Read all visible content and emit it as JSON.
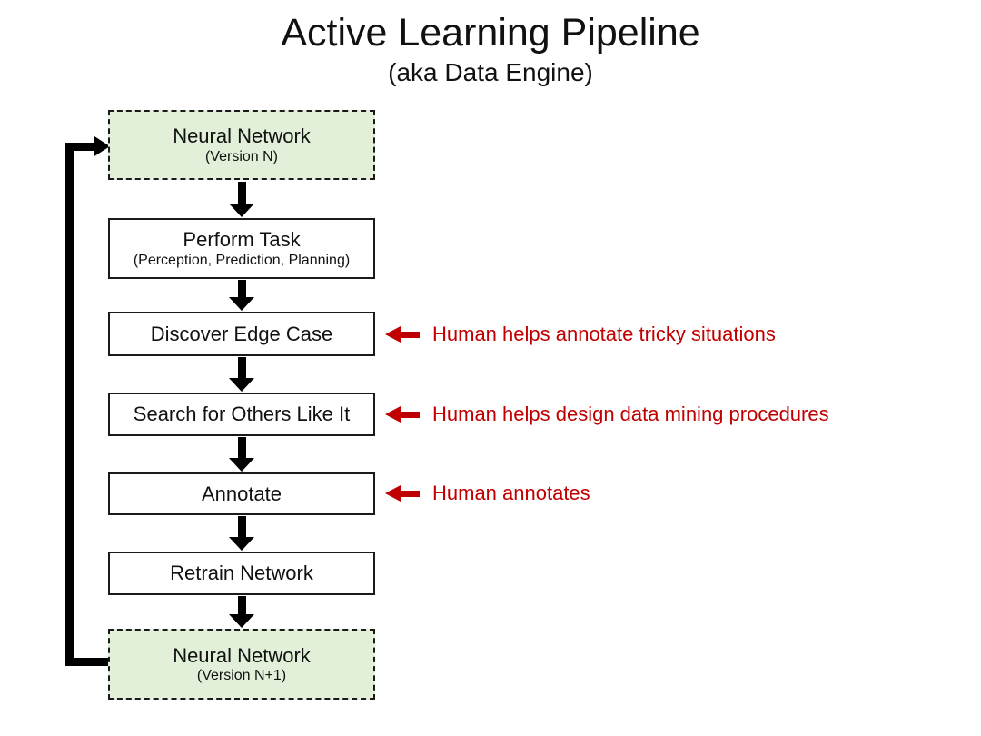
{
  "title": "Active Learning Pipeline",
  "subtitle": "(aka Data Engine)",
  "colors": {
    "background": "#ffffff",
    "node_green_fill": "#e2efd9",
    "node_white_fill": "#ffffff",
    "node_border": "#1a1a1a",
    "flow_arrow": "#000000",
    "annotation_red": "#c00000",
    "text": "#111111"
  },
  "nodes": [
    {
      "id": "neural-network-vn",
      "label": "Neural Network",
      "sublabel": "(Version N)",
      "style": "green-dashed"
    },
    {
      "id": "perform-task",
      "label": "Perform Task",
      "sublabel": "(Perception, Prediction, Planning)",
      "style": "white-solid"
    },
    {
      "id": "discover-edge-case",
      "label": "Discover Edge Case",
      "sublabel": "",
      "style": "white-solid"
    },
    {
      "id": "search-for-others",
      "label": "Search for Others Like It",
      "sublabel": "",
      "style": "white-solid"
    },
    {
      "id": "annotate",
      "label": "Annotate",
      "sublabel": "",
      "style": "white-solid"
    },
    {
      "id": "retrain-network",
      "label": "Retrain Network",
      "sublabel": "",
      "style": "white-solid"
    },
    {
      "id": "neural-network-vn1",
      "label": "Neural Network",
      "sublabel": "(Version N+1)",
      "style": "green-dashed"
    }
  ],
  "edges": [
    {
      "from": "neural-network-vn",
      "to": "perform-task"
    },
    {
      "from": "perform-task",
      "to": "discover-edge-case"
    },
    {
      "from": "discover-edge-case",
      "to": "search-for-others"
    },
    {
      "from": "search-for-others",
      "to": "annotate"
    },
    {
      "from": "annotate",
      "to": "retrain-network"
    },
    {
      "from": "retrain-network",
      "to": "neural-network-vn1"
    },
    {
      "from": "neural-network-vn1",
      "to": "neural-network-vn",
      "type": "feedback-loop"
    }
  ],
  "annotations": [
    {
      "target": "discover-edge-case",
      "text": "Human helps annotate tricky situations"
    },
    {
      "target": "search-for-others",
      "text": "Human helps design data mining procedures"
    },
    {
      "target": "annotate",
      "text": "Human annotates"
    }
  ]
}
